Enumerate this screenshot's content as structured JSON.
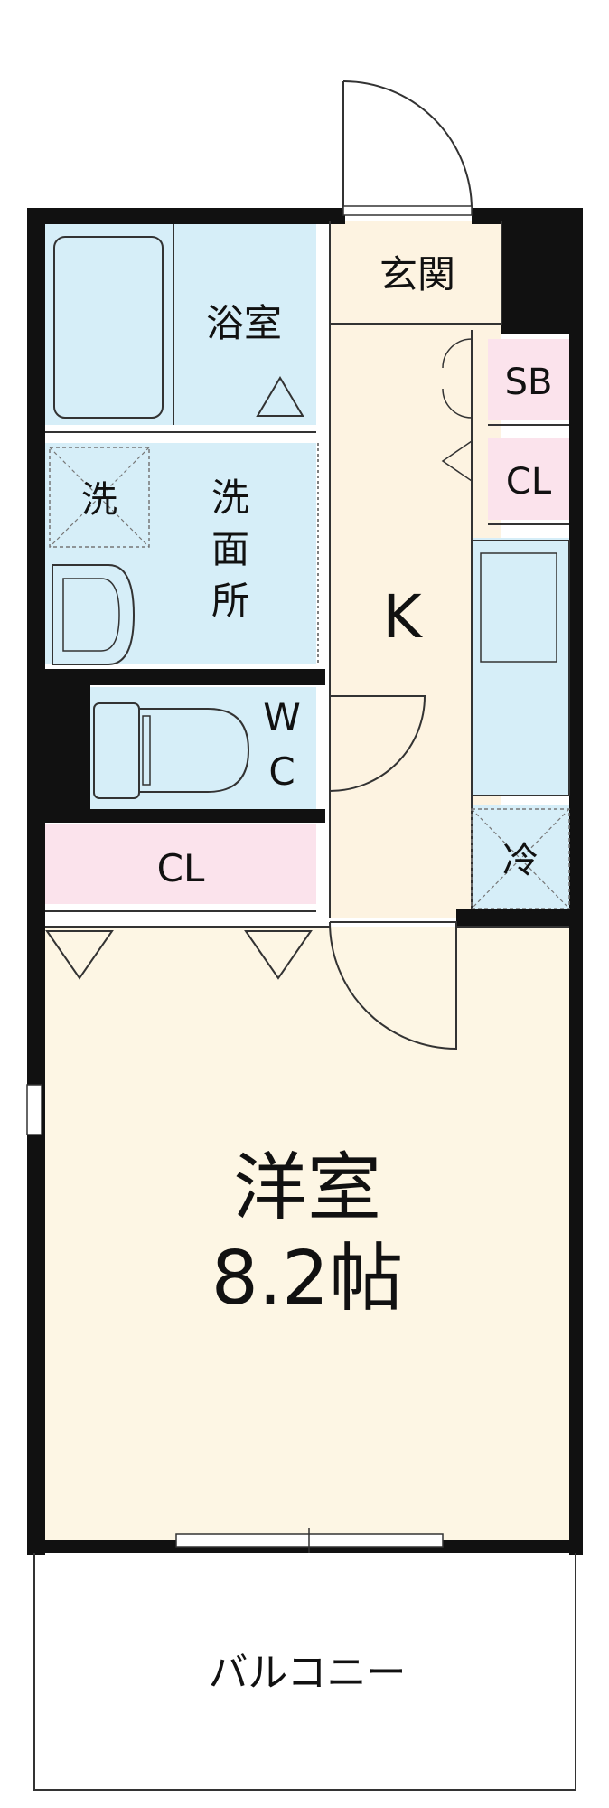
{
  "rooms": {
    "entrance": "玄関",
    "bath": "浴室",
    "shoe_box": "SB",
    "closet_top": "CL",
    "washer": "洗",
    "washroom": [
      "洗",
      "面",
      "所"
    ],
    "kitchen": "K",
    "toilet": [
      "W",
      "C"
    ],
    "closet_mid": "CL",
    "fridge": "冷",
    "western_room": "洋室",
    "western_size": "8.2帖",
    "balcony": "バルコニー"
  },
  "colors": {
    "wall": "#111111",
    "water_area": "#d6eef8",
    "corridor": "#fdf3e1",
    "closet": "#fbe3ec",
    "room": "#fdf6e4",
    "line": "#333333"
  }
}
